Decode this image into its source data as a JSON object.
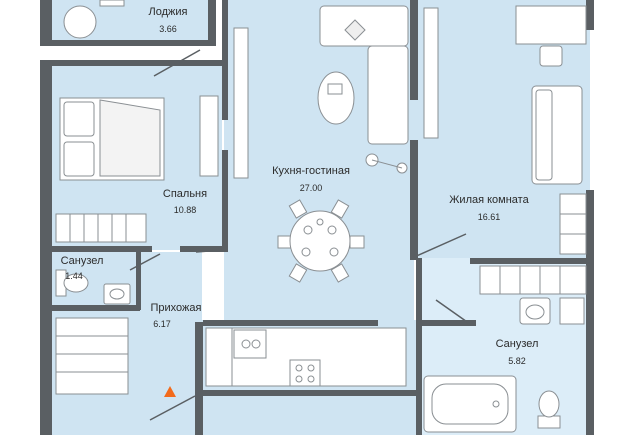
{
  "colors": {
    "room_fill": "#cfe4f2",
    "wet_fill": "#dcedf8",
    "wall": "#5a5f63",
    "furniture": "#ffffff",
    "outline": "#8a8f93",
    "entrance_marker": "#f26a1b"
  },
  "rooms": [
    {
      "id": "loggia",
      "name": "Лоджия",
      "area": "3.66"
    },
    {
      "id": "bedroom",
      "name": "Спальня",
      "area": "10.88"
    },
    {
      "id": "kitchen_living",
      "name": "Кухня-гостиная",
      "area": "27.00"
    },
    {
      "id": "living_room",
      "name": "Жилая комната",
      "area": "16.61"
    },
    {
      "id": "bathroom_small",
      "name": "Санузел",
      "area": "1.44"
    },
    {
      "id": "hallway",
      "name": "Прихожая",
      "area": "6.17"
    },
    {
      "id": "bathroom_large",
      "name": "Санузел",
      "area": "5.82"
    }
  ],
  "icons": {
    "entrance": "entrance-triangle-icon",
    "dining": "dining-table-icon",
    "sofa": "sofa-icon",
    "bed": "bed-icon",
    "desk": "desk-icon",
    "bathtub": "bathtub-icon",
    "toilet": "toilet-icon",
    "sink": "sink-icon",
    "stove": "stove-icon"
  }
}
